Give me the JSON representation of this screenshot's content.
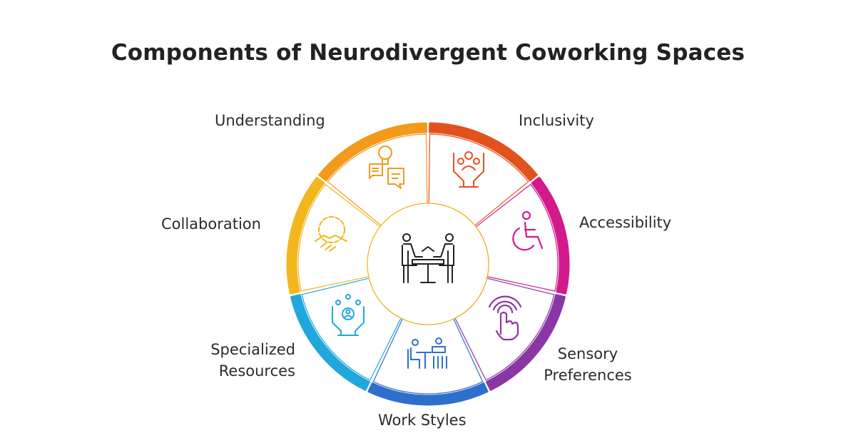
{
  "title": "Components of Neurodivergent Coworking Spaces",
  "center": {
    "icon": "meeting-table-icon"
  },
  "segments": [
    {
      "id": "inclusivity",
      "label": "Inclusivity",
      "color": "#e2521f",
      "icon": "hands-people-icon"
    },
    {
      "id": "accessibility",
      "label": "Accessibility",
      "color": "#d21a8c",
      "icon": "wheelchair-icon"
    },
    {
      "id": "sensory",
      "label_line1": "Sensory",
      "label_line2": "Preferences",
      "color": "#8a37a5",
      "icon": "touch-hand-icon"
    },
    {
      "id": "work-styles",
      "label": "Work Styles",
      "color": "#2f6fcc",
      "icon": "desk-workers-icon"
    },
    {
      "id": "specialized",
      "label_line1": "Specialized",
      "label_line2": "Resources",
      "color": "#20a8dc",
      "icon": "network-hands-icon"
    },
    {
      "id": "collaboration",
      "label": "Collaboration",
      "color": "#f2b71c",
      "icon": "handshake-gear-icon"
    },
    {
      "id": "understanding",
      "label": "Understanding",
      "color": "#f29a1a",
      "icon": "lightbulb-chat-icon"
    }
  ]
}
